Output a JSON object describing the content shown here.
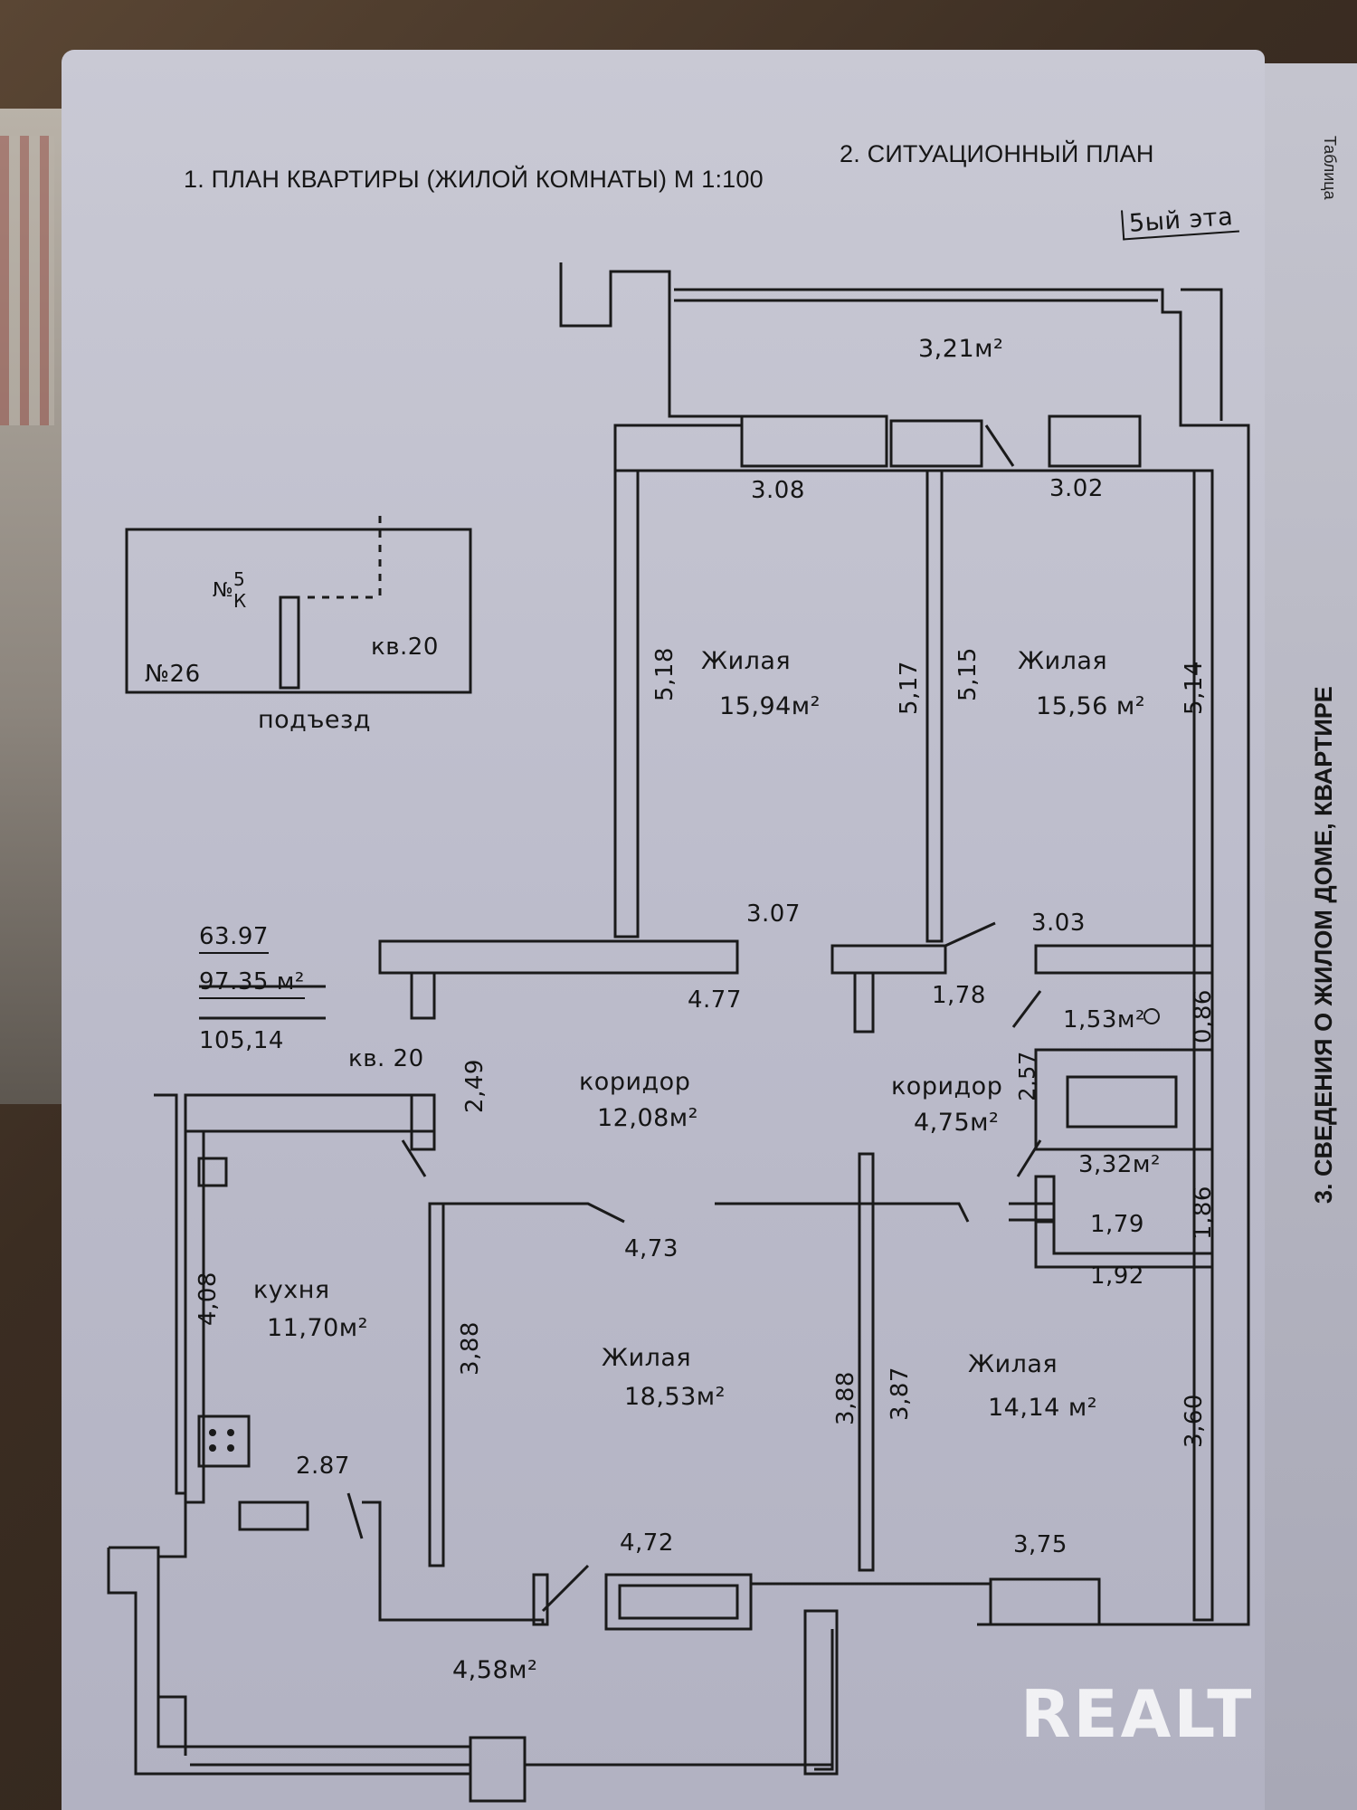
{
  "header": {
    "plan_title": "1. ПЛАН КВАРТИРЫ (ЖИЛОЙ КОМНАТЫ) М 1:100",
    "situation_title": "2. СИТУАЦИОННЫЙ ПЛАН",
    "floor_note": "5ый эта"
  },
  "side_title": "3. СВЕДЕНИЯ О ЖИЛОМ ДОМЕ, КВАРТИРЕ",
  "table_note": "Таблица",
  "situation": {
    "fraction_top": "5",
    "fraction_bottom": "К",
    "fraction_prefix": "№",
    "apt": "кв.20",
    "house": "№26",
    "entrance": "подъезд"
  },
  "totals": {
    "living": "63.97",
    "total": "97.35",
    "total_unit": "м²",
    "with_balcony": "105,14",
    "apt_label": "кв. 20"
  },
  "rooms": {
    "balcony_top": "3,21м²",
    "living1": {
      "name": "Жилая",
      "area": "15,94м²"
    },
    "living2": {
      "name": "Жилая",
      "area": "15,56 м²"
    },
    "corridor1": {
      "name": "коридор",
      "area": "12,08м²"
    },
    "corridor2": {
      "name": "коридор",
      "area": "4,75м²"
    },
    "wc": "1,53м²",
    "bath": "3,32м²",
    "kitchen": {
      "name": "кухня",
      "area": "11,70м²"
    },
    "living3": {
      "name": "Жилая",
      "area": "18,53м²"
    },
    "living4": {
      "name": "Жилая",
      "area": "14,14 м²"
    },
    "balcony_bottom": "4,58м²"
  },
  "dims": {
    "d308": "3.08",
    "d302": "3.02",
    "d518": "5,18",
    "d517": "5,17",
    "d515": "5,15",
    "d514": "5,14",
    "d307": "3.07",
    "d303": "3.03",
    "d477": "4.77",
    "d178": "1,78",
    "d086": "0,86",
    "d257": "2,57",
    "d249": "2,49",
    "d186": "1,86",
    "d179": "1,79",
    "d192": "1,92",
    "d473": "4,73",
    "d408": "4,08",
    "d388a": "3,88",
    "d388b": "3,88",
    "d387": "3,87",
    "d360": "3,60",
    "d287": "2.87",
    "d472": "4,72",
    "d375": "3,75"
  },
  "watermark": "REALT"
}
